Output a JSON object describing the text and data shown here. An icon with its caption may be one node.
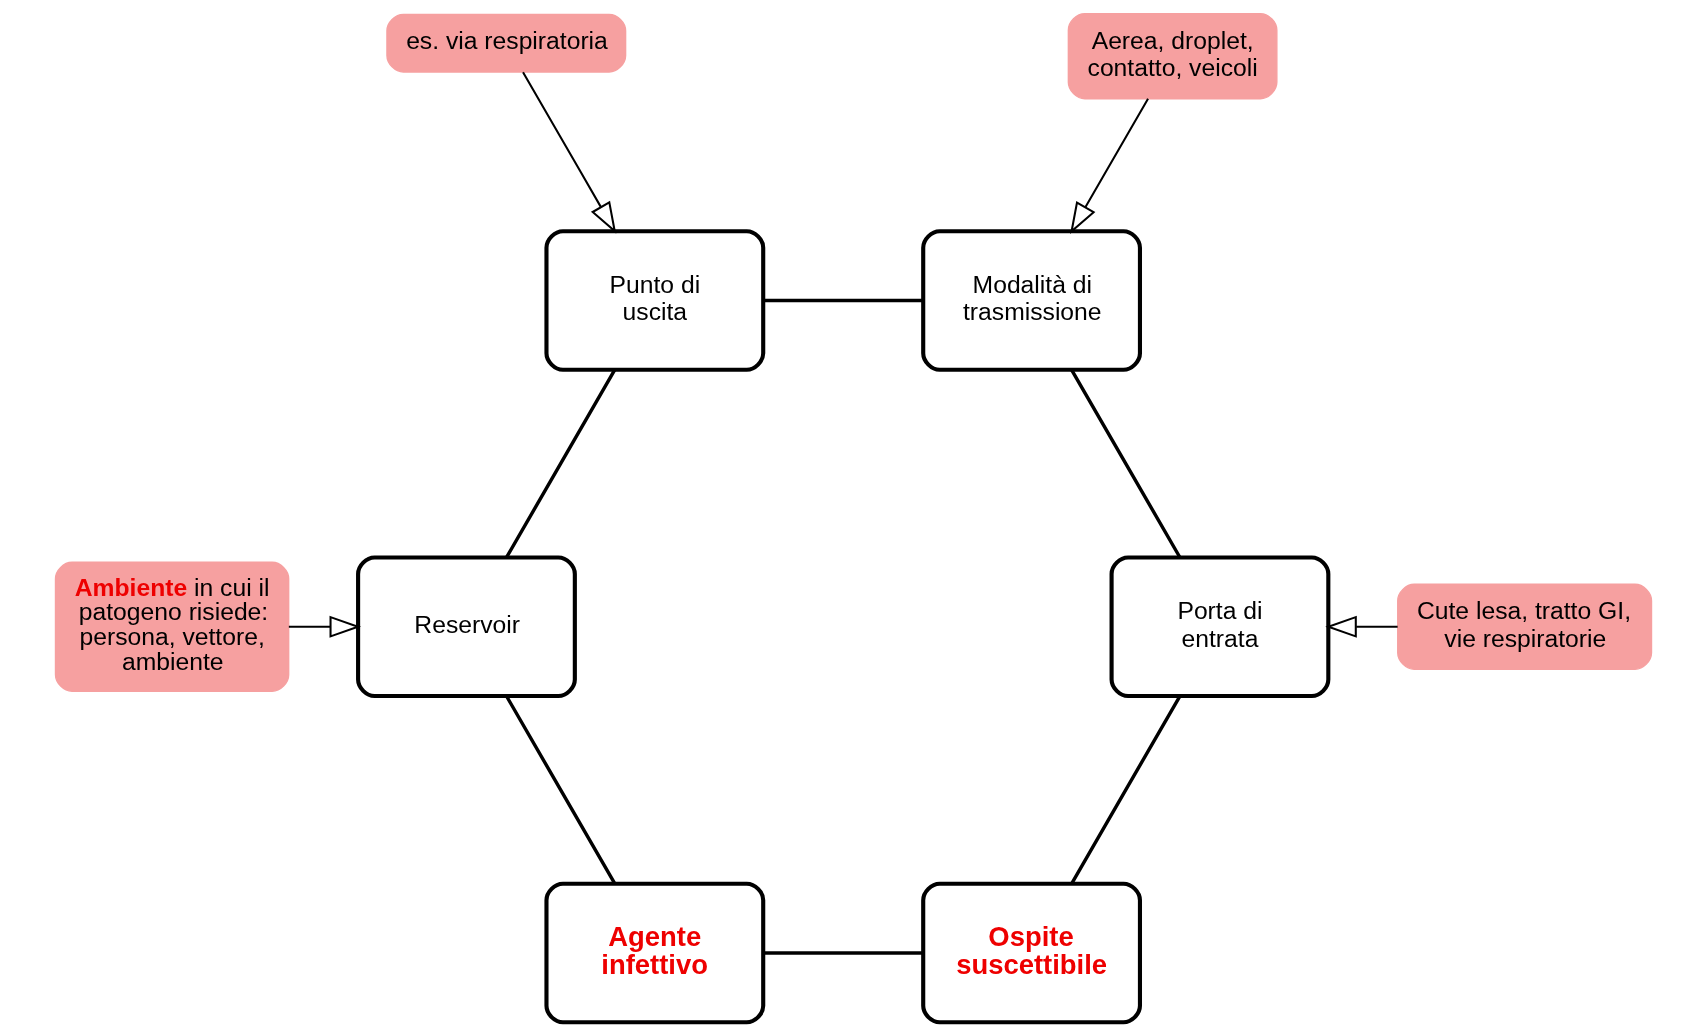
{
  "diagram": {
    "nodes": [
      {
        "text": [
          "Agente infettivo"
        ]
      },
      {
        "text": [
          "Reservoir"
        ]
      },
      {
        "text": [
          "Punto di uscita"
        ]
      },
      {
        "text": [
          "Modalità di trasmissione"
        ]
      },
      {
        "text": [
          "Porta di entrata"
        ]
      },
      {
        "text": [
          "Ospite suscettibile"
        ]
      },
      {
        "text": [
          "**Ambiente** in cui il patogeno risiede: persona, vettore, ambiente"
        ]
      },
      {
        "text": [
          "es. via respiratoria"
        ]
      },
      {
        "text": [
          "Cute lesa, tratto GI, vie respiratorie"
        ]
      },
      {
        "text": [
          "Aerea, droplet, contatto, veicoli"
        ]
      }
    ],
    "edges": [
      {
        "from": 0,
        "to": 1,
        "arrow": "none"
      },
      {
        "from": 1,
        "to": 2,
        "arrow": "none"
      },
      {
        "from": 2,
        "to": 3,
        "arrow": "none"
      },
      {
        "from": 3,
        "to": 4,
        "arrow": "none"
      },
      {
        "from": 4,
        "to": 5,
        "arrow": "none"
      },
      {
        "from": 5,
        "to": 0,
        "arrow": "none"
      },
      {
        "from": 6,
        "to": 1,
        "arrow": "to"
      },
      {
        "from": 7,
        "to": 2,
        "arrow": "to"
      },
      {
        "from": 8,
        "to": 4,
        "arrow": "to"
      },
      {
        "from": 9,
        "to": 3,
        "arrow": "to"
      }
    ]
  }
}
